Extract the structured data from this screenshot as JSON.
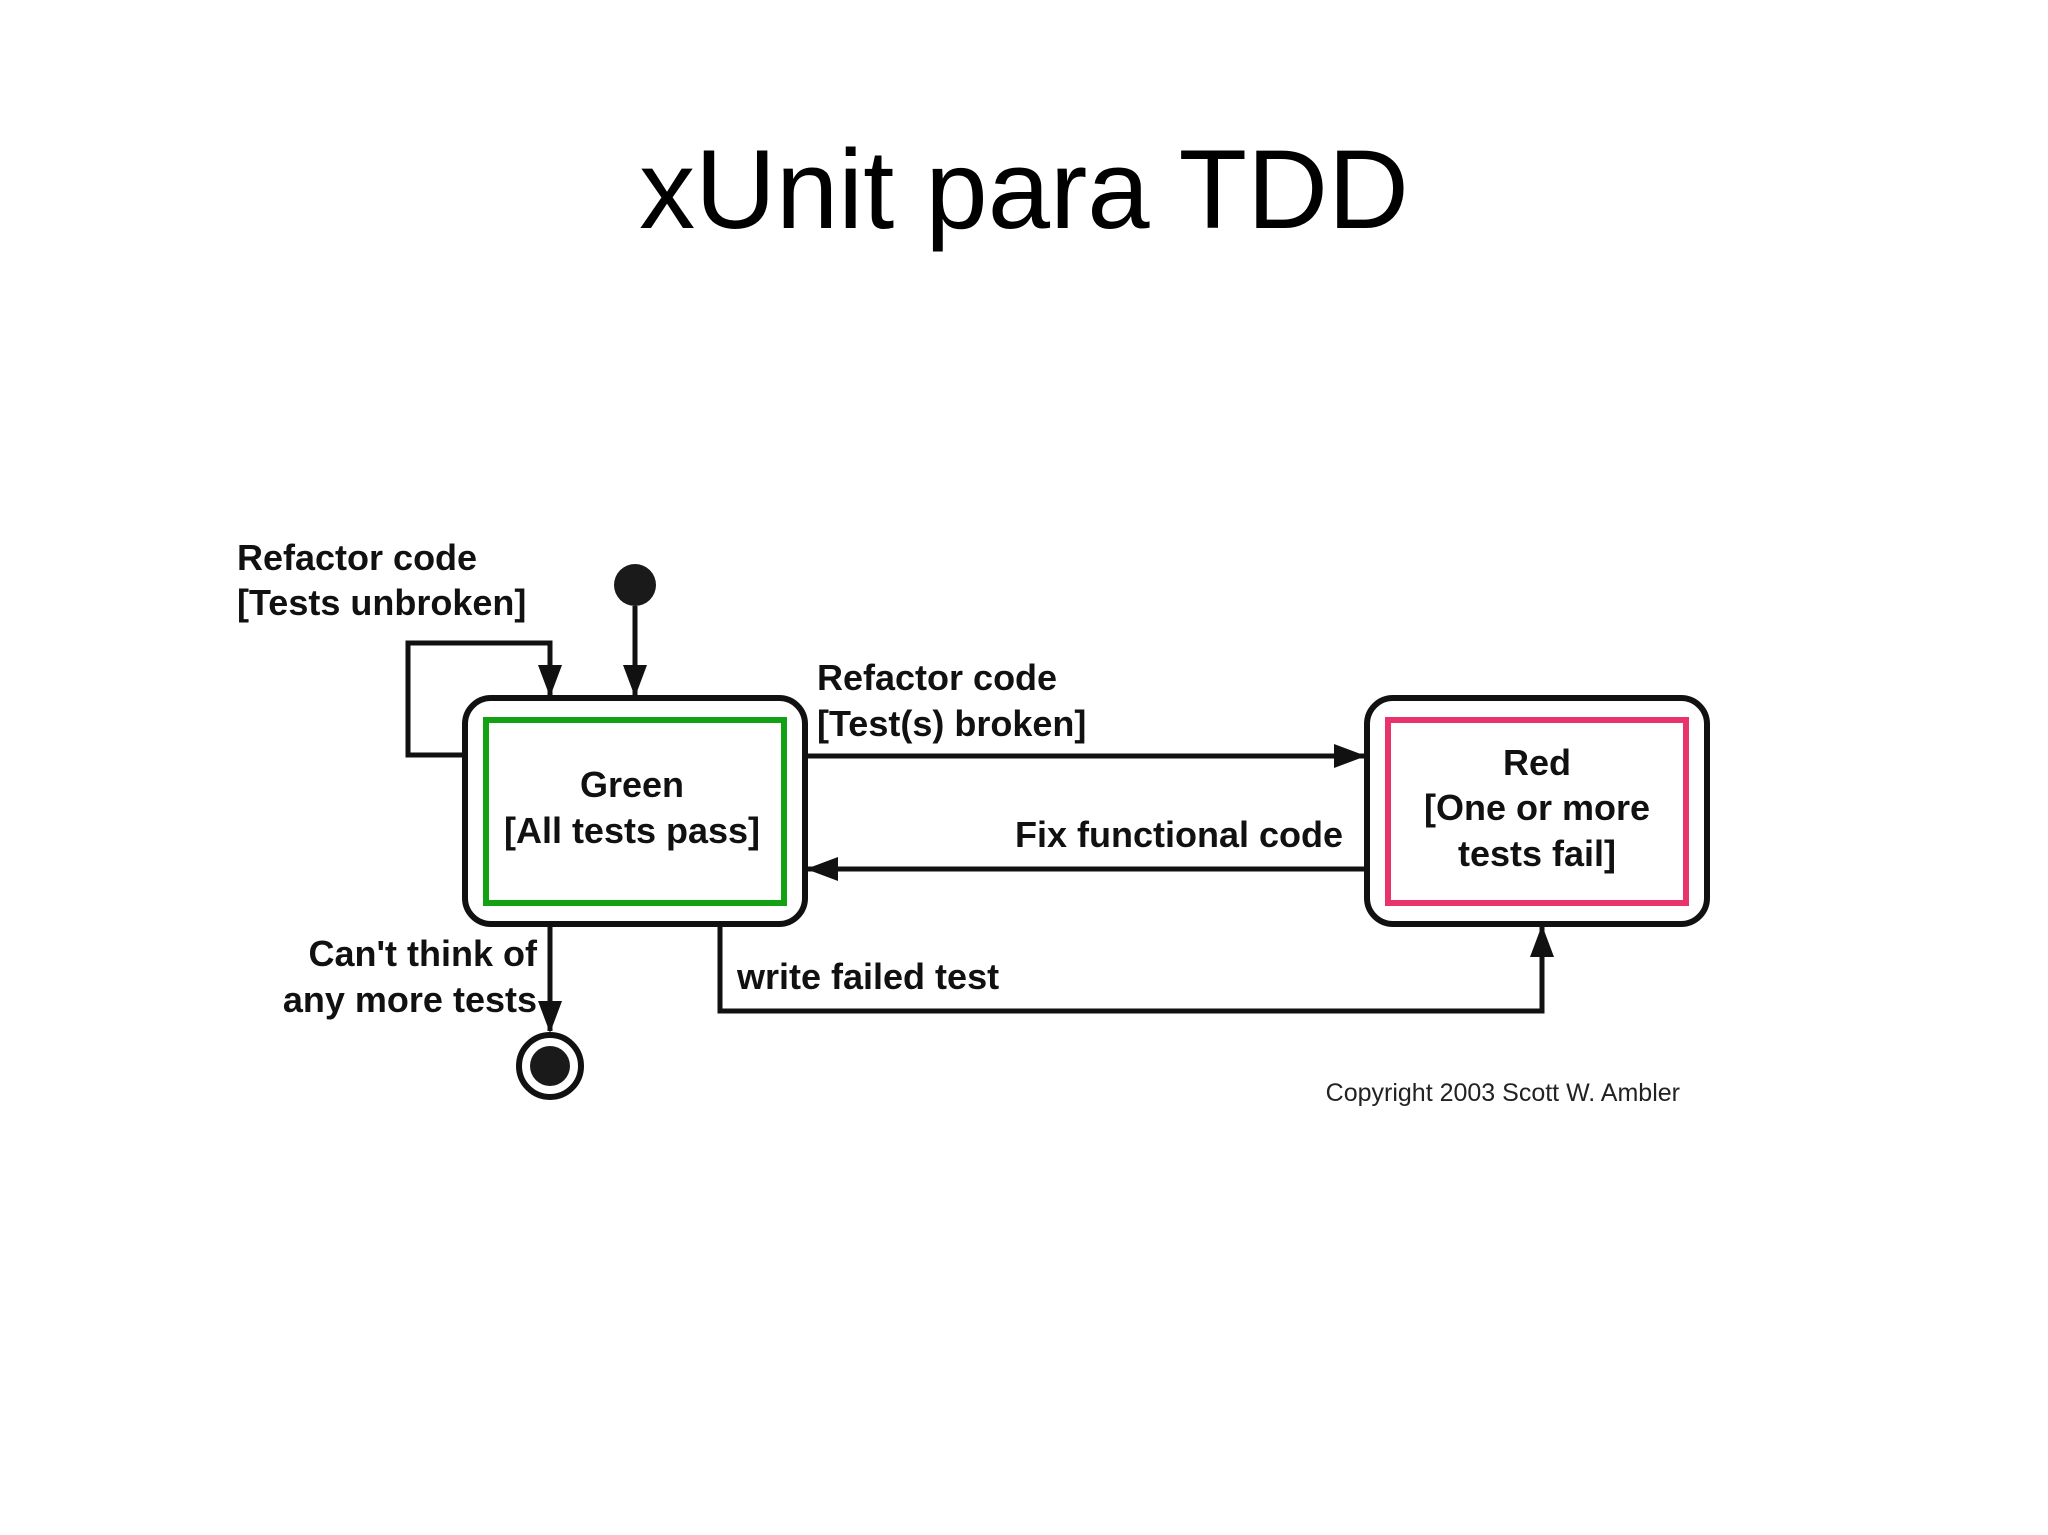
{
  "slide": {
    "title": "xUnit para TDD"
  },
  "diagram": {
    "states": {
      "green": {
        "name": "Green",
        "condition": "[All tests pass]",
        "color": "#12a112"
      },
      "red": {
        "name": "Red",
        "condition_line1": "[One or more",
        "condition_line2": "tests fail]",
        "color": "#e8336b"
      }
    },
    "transitions": {
      "refactor_self": {
        "line1": "Refactor code",
        "line2": "[Tests unbroken]"
      },
      "refactor_broken": {
        "line1": "Refactor code",
        "line2": "[Test(s) broken]"
      },
      "fix": {
        "label": "Fix functional code"
      },
      "write_failed": {
        "label": "write failed test"
      },
      "finish": {
        "line1": "Can't think of",
        "line2": "any more tests"
      }
    },
    "copyright": "Copyright 2003 Scott W. Ambler"
  }
}
